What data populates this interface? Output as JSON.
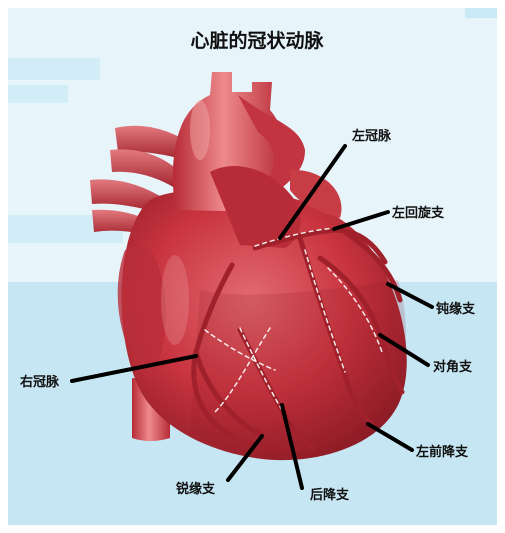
{
  "title": "心脏的冠状动脉",
  "labels": {
    "left_coronary": "左冠脉",
    "left_circumflex": "左回旋支",
    "obtuse_marginal": "钝缘支",
    "diagonal": "对角支",
    "right_coronary": "右冠脉",
    "left_anterior_descending": "左前降支",
    "acute_marginal": "锐缘支",
    "posterior_descending": "后降支"
  },
  "colors": {
    "background_light": "#e7f5fb",
    "background_band": "#c9e9f6",
    "heart_red": "#c9343f",
    "heart_dark": "#8e1c26",
    "heart_highlight": "#f08a8a",
    "vessel": "#a0212b",
    "callout_line": "#000000"
  }
}
